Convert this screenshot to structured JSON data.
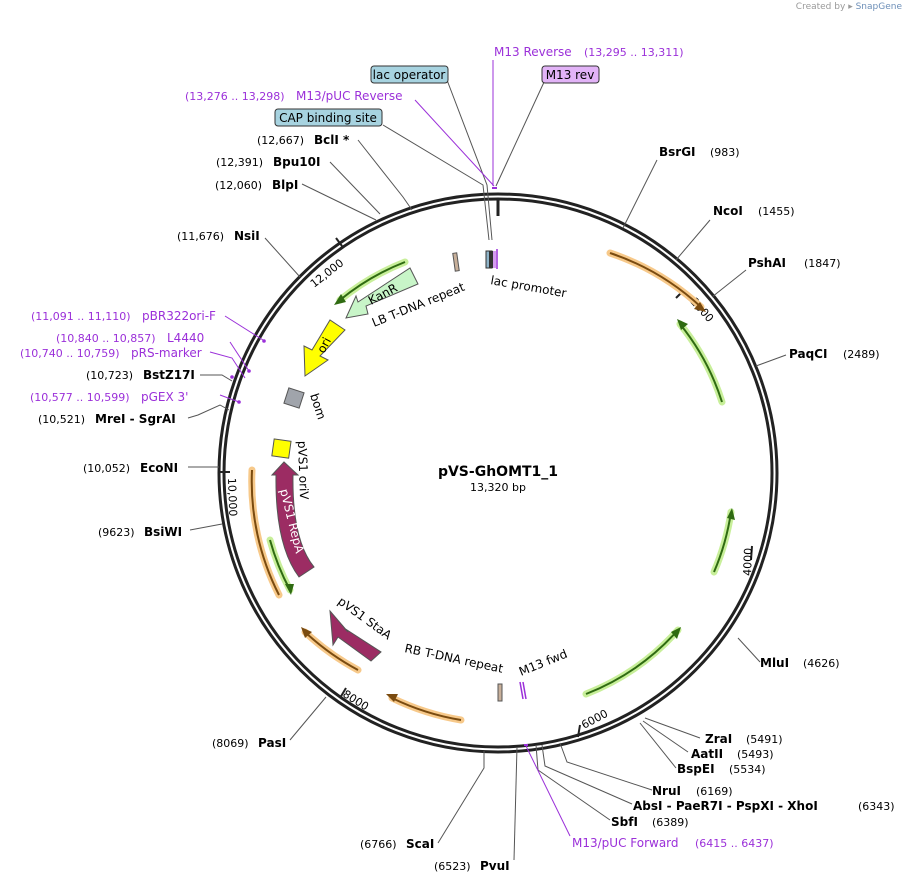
{
  "credit": {
    "prefix": "Created by",
    "brand": "SnapGene"
  },
  "plasmid": {
    "name": "pVS-GhOMT1_1",
    "size": "13,320 bp"
  },
  "ticks": [
    "2000",
    "4000",
    "6000",
    "8000",
    "10,000",
    "12,000"
  ],
  "sites": [
    {
      "name": "BsrGI",
      "pos": "(983)"
    },
    {
      "name": "NcoI",
      "pos": "(1455)"
    },
    {
      "name": "PshAI",
      "pos": "(1847)"
    },
    {
      "name": "PaqCI",
      "pos": "(2489)"
    },
    {
      "name": "MluI",
      "pos": "(4626)"
    },
    {
      "name": "ZraI",
      "pos": "(5491)"
    },
    {
      "name": "AatII",
      "pos": "(5493)"
    },
    {
      "name": "BspEI",
      "pos": "(5534)"
    },
    {
      "name": "NruI",
      "pos": "(6169)"
    },
    {
      "name": "AbsI - PaeR7I - PspXI - XhoI",
      "pos": "(6343)"
    },
    {
      "name": "SbfI",
      "pos": "(6389)"
    },
    {
      "name": "PvuI",
      "pos": "(6523)"
    },
    {
      "name": "ScaI",
      "pos": "(6766)"
    },
    {
      "name": "PasI",
      "pos": "(8069)"
    },
    {
      "name": "BsiWI",
      "pos": "(9623)"
    },
    {
      "name": "EcoNI",
      "pos": "(10,052)"
    },
    {
      "name": "MreI - SgrAI",
      "pos": "(10,521)"
    },
    {
      "name": "BstZ17I",
      "pos": "(10,723)"
    },
    {
      "name": "NsiI",
      "pos": "(11,676)"
    },
    {
      "name": "BlpI",
      "pos": "(12,060)"
    },
    {
      "name": "Bpu10I",
      "pos": "(12,391)"
    },
    {
      "name": "BclI *",
      "pos": "(12,667)"
    }
  ],
  "primers": [
    {
      "name": "M13 Reverse",
      "pos": "(13,295 .. 13,311)"
    },
    {
      "name": "M13/pUC Reverse",
      "pos": "(13,276 .. 13,298)"
    },
    {
      "name": "pBR322ori-F",
      "pos": "(11,091 .. 11,110)"
    },
    {
      "name": "L4440",
      "pos": "(10,840 .. 10,857)"
    },
    {
      "name": "pRS-marker",
      "pos": "(10,740 .. 10,759)"
    },
    {
      "name": "pGEX 3'",
      "pos": "(10,577 .. 10,599)"
    },
    {
      "name": "M13/pUC Forward",
      "pos": "(6415 .. 6437)"
    }
  ],
  "boxes": {
    "lac_operator": "lac operator",
    "m13_rev": "M13 rev",
    "cap_site": "CAP binding site"
  },
  "features": {
    "kanr": "KanR",
    "ori": "ori",
    "bom": "bom",
    "pvs1_oriv": "pVS1 oriV",
    "pvs1_repa": "pVS1 RepA",
    "pvs1_staa": "pVS1 StaA",
    "lb_repeat": "LB T-DNA repeat",
    "rb_repeat": "RB T-DNA repeat",
    "lac_promoter": "lac promoter",
    "m13_fwd": "M13 fwd"
  },
  "colors": {
    "primer": "#9b30d9",
    "orange_feature": "#f5a623",
    "green_feature": "#8bd14a",
    "kanr_fill": "#c8f5c8",
    "ori_fill": "#ffff00",
    "repa_fill": "#9c2c63",
    "lac_operator_box": "#a7d3e0",
    "m13_rev_box": "#e2b3f7"
  }
}
